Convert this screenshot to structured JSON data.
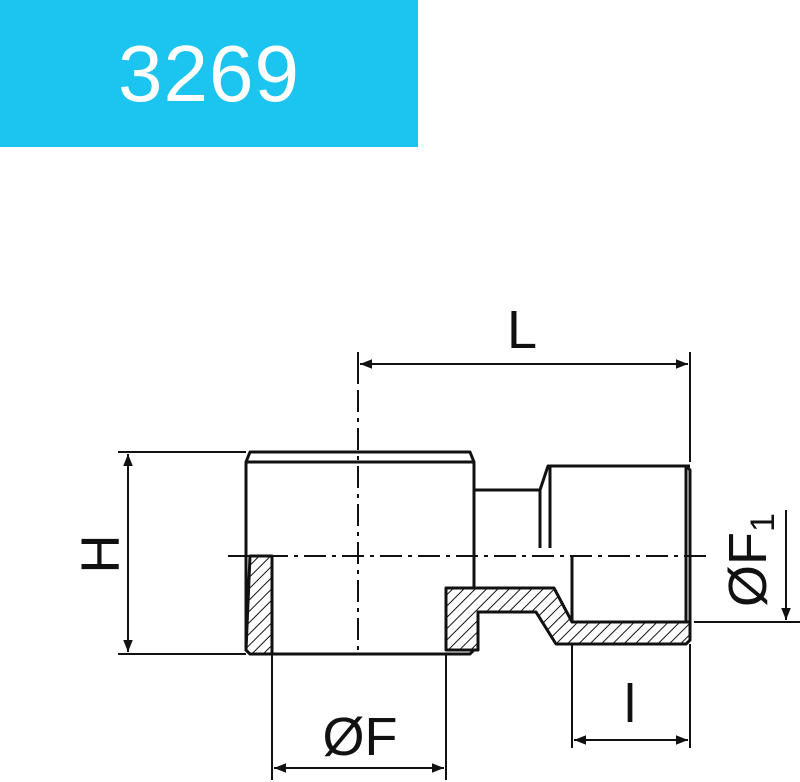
{
  "header": {
    "part_number": "3269",
    "badge_color": "#1cc4f0"
  },
  "dimensions": {
    "length": "L",
    "height": "H",
    "diameter_f": "ØF",
    "diameter_f1": "ØF",
    "diameter_f1_subscript": "1",
    "thread_length": "l"
  },
  "colors": {
    "line": "#111111",
    "background": "#ffffff"
  }
}
